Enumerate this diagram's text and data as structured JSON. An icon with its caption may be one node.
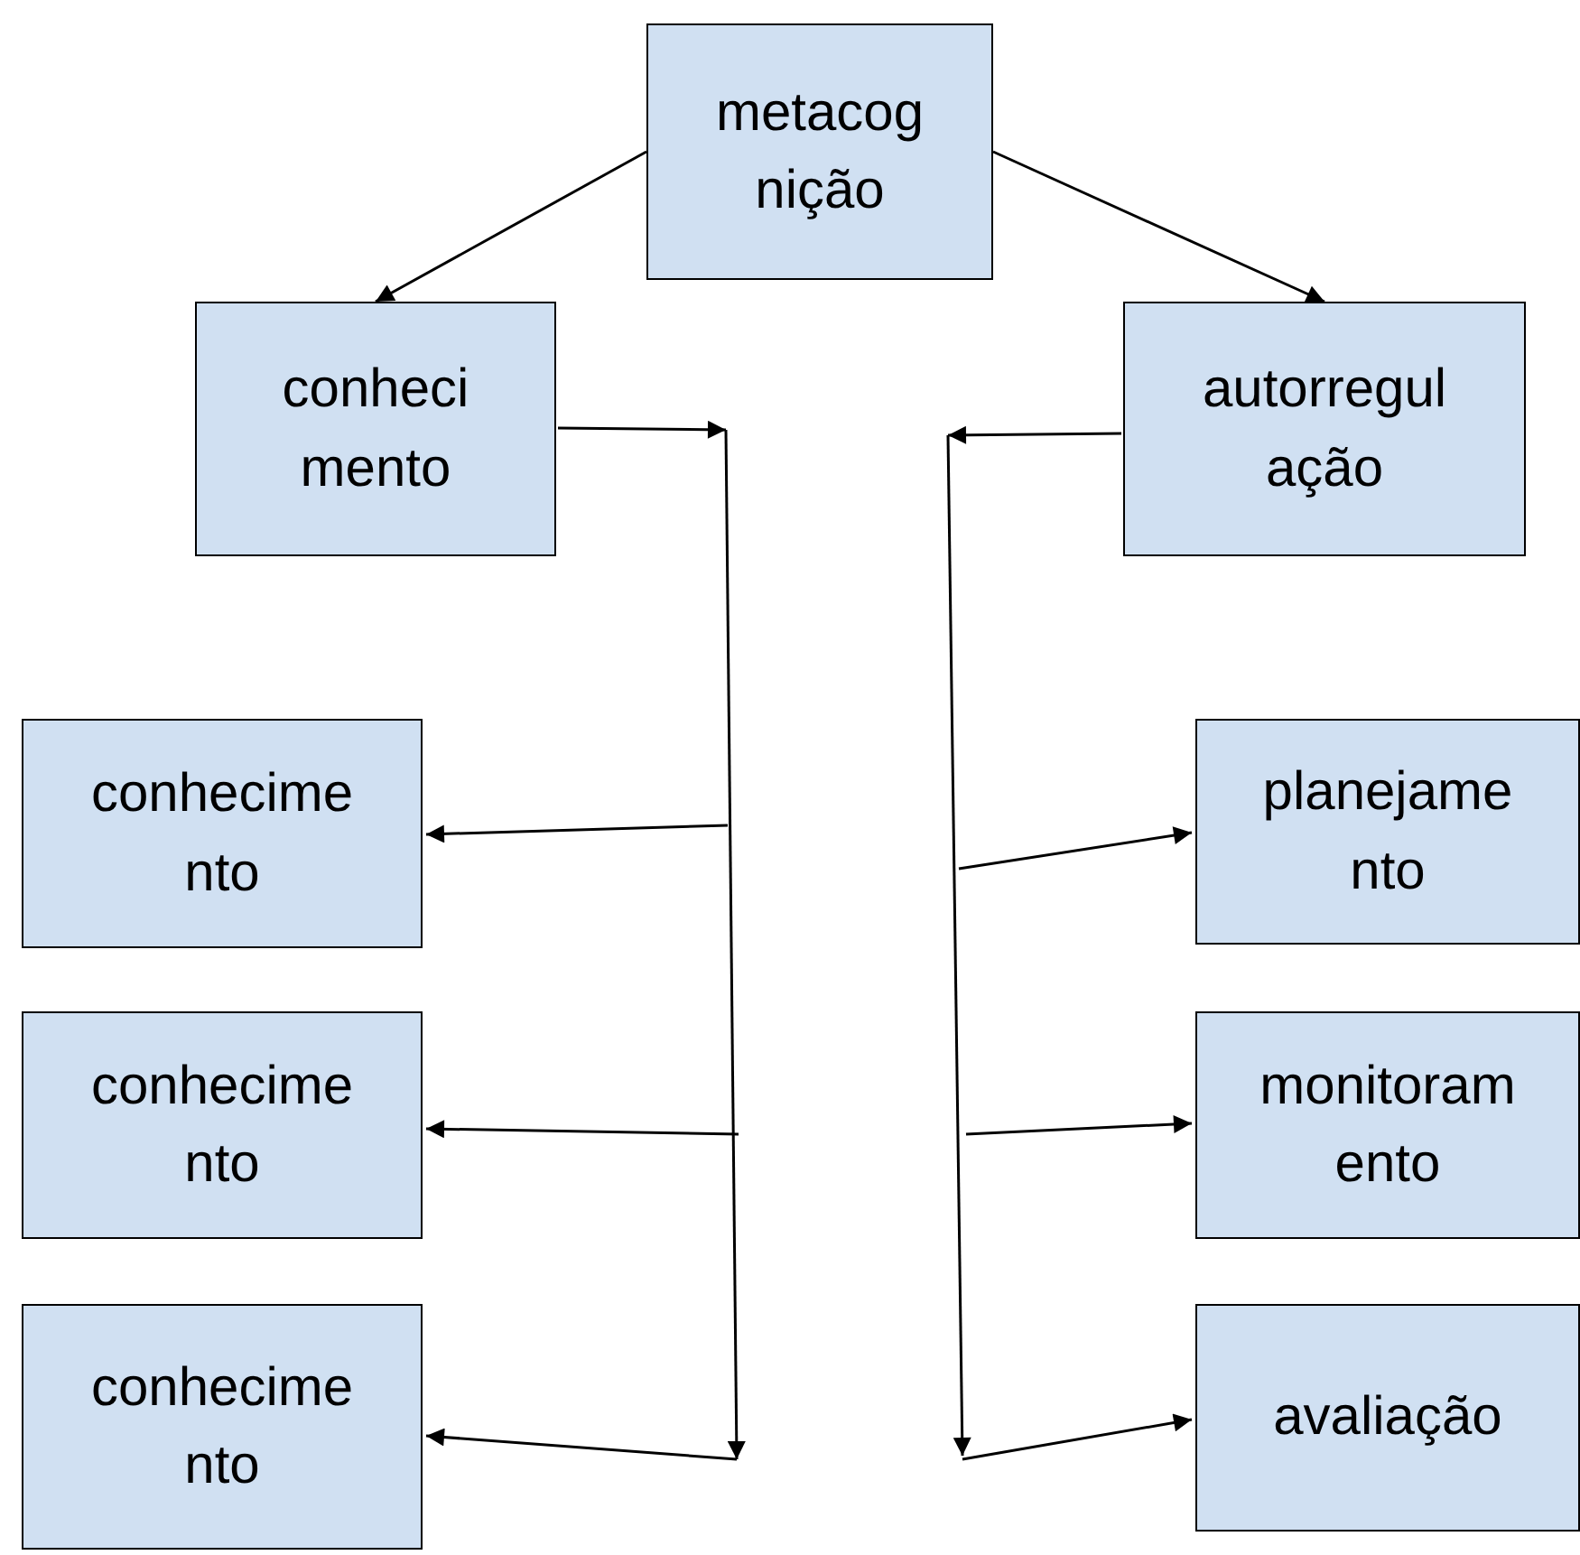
{
  "diagram": {
    "nodes": [
      {
        "text": [
          "metacognição"
        ]
      },
      {
        "text": [
          "conhecimento"
        ]
      },
      {
        "text": [
          "autorregulação"
        ]
      },
      {
        "text": [
          "conhecimento"
        ]
      },
      {
        "text": [
          "conhecimento"
        ]
      },
      {
        "text": [
          "conhecimento"
        ]
      },
      {
        "text": [
          "planejamento"
        ]
      },
      {
        "text": [
          "monitoramento"
        ]
      },
      {
        "text": [
          "avaliação"
        ]
      }
    ],
    "edges": [
      {
        "from": 0,
        "to": 1,
        "arrow": "to"
      },
      {
        "from": 0,
        "to": 2,
        "arrow": "to"
      },
      {
        "from": 1,
        "to": 3,
        "arrow": "to"
      },
      {
        "from": 1,
        "to": 4,
        "arrow": "to"
      },
      {
        "from": 1,
        "to": 5,
        "arrow": "to"
      },
      {
        "from": 2,
        "to": 6,
        "arrow": "to"
      },
      {
        "from": 2,
        "to": 7,
        "arrow": "to"
      },
      {
        "from": 2,
        "to": 8,
        "arrow": "to"
      }
    ]
  }
}
